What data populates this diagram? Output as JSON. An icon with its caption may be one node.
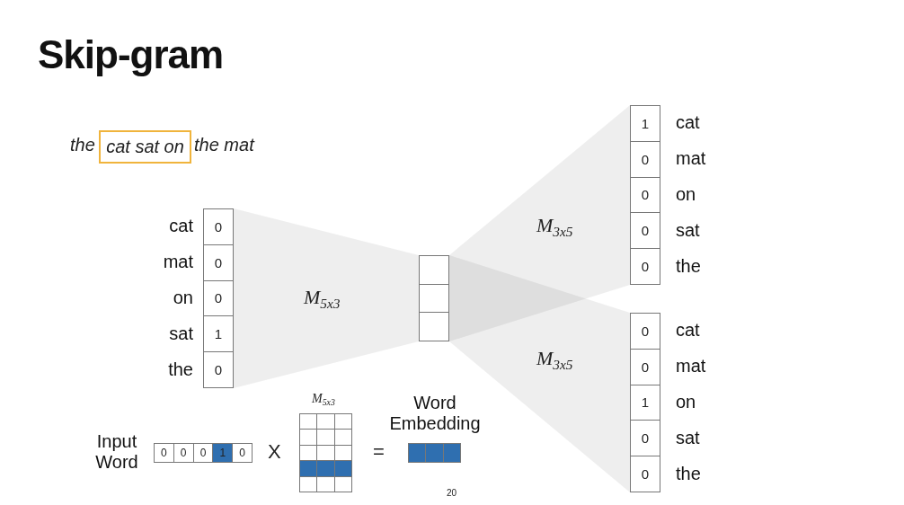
{
  "diagram": {
    "title": "Skip-gram",
    "nodes": [
      {
        "text": [
          "cat sat on"
        ]
      },
      {
        "text": [
          "0",
          "0",
          "0",
          "1",
          "0"
        ],
        "beside": [
          "cat",
          "mat",
          "on",
          "sat",
          "the"
        ]
      },
      {
        "text": [],
        "shape": "bar"
      },
      {
        "text": [
          "1",
          "0",
          "0",
          "0",
          "0"
        ],
        "beside": [
          "cat",
          "mat",
          "on",
          "sat",
          "the"
        ]
      },
      {
        "text": [
          "0",
          "0",
          "1",
          "0",
          "0"
        ],
        "beside": [
          "cat",
          "mat",
          "on",
          "sat",
          "the"
        ]
      },
      {
        "text": [
          "0",
          "0",
          "0",
          "1",
          "0"
        ],
        "beside": [
          "Input Word"
        ]
      },
      {
        "text": [],
        "shape": "table",
        "beside": [
          "M$_{5x3}$"
        ]
      },
      {
        "text": [],
        "shape": "bar",
        "beside": [
          "Word Embedding"
        ]
      }
    ],
    "edges": [
      {
        "from": 1,
        "to": 2,
        "arrow": "none",
        "label": "M$_{5x3}$"
      },
      {
        "from": 2,
        "to": 3,
        "arrow": "none",
        "label": "M$_{3x5}$"
      },
      {
        "from": 2,
        "to": 4,
        "arrow": "none",
        "label": "M$_{3x5}$"
      }
    ],
    "labels": [
      "the",
      "the mat",
      "X",
      "=",
      "20"
    ]
  }
}
